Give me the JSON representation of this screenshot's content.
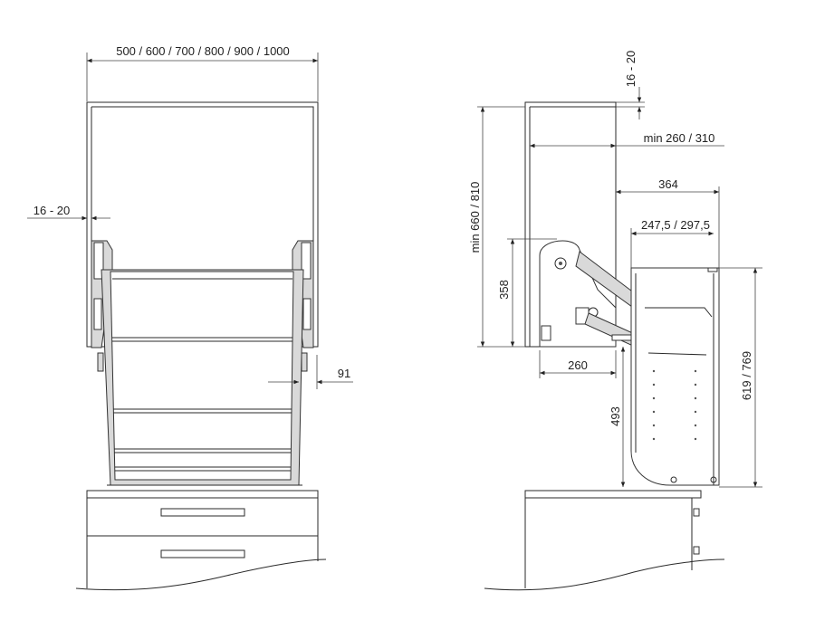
{
  "front_view": {
    "width_label": "500 / 600 / 700 / 800 / 900 / 1000",
    "side_thickness_label": "16 - 20",
    "offset_label": "91"
  },
  "side_view": {
    "top_thickness_label": "16 - 20",
    "depth_label": "min 260 / 310",
    "reach_label": "364",
    "basket_depth_label": "247,5 / 297,5",
    "cabinet_height_label": "min 660 / 810",
    "mechanism_height_label": "358",
    "mechanism_depth_label": "260",
    "drop_label": "493",
    "basket_height_label": "619 / 769"
  }
}
